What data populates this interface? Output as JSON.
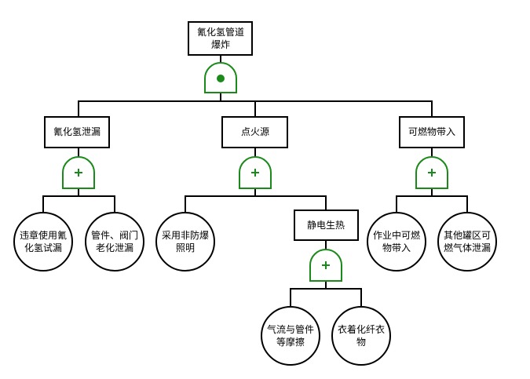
{
  "gate_color": "#1a8a1a",
  "top_event": {
    "line1": "氰化氢管道",
    "line2": "爆炸",
    "gate": "and"
  },
  "intermediate": [
    {
      "label": "氰化氢泄漏",
      "gate": "or"
    },
    {
      "label": "点火源",
      "gate": "or"
    },
    {
      "label": "可燃物带入",
      "gate": "or"
    },
    {
      "label": "静电生热",
      "gate": "or"
    }
  ],
  "basic_events": [
    {
      "line1": "违章使用氰",
      "line2": "化氢试漏"
    },
    {
      "line1": "管件、阀门",
      "line2": "老化泄漏"
    },
    {
      "line1": "采用非防爆",
      "line2": "照明"
    },
    {
      "line1": "气流与管件",
      "line2": "等摩擦"
    },
    {
      "line1": "衣着化纤衣",
      "line2": "物"
    },
    {
      "line1": "作业中可燃",
      "line2": "物带入"
    },
    {
      "line1": "其他罐区可",
      "line2": "燃气体泄漏"
    }
  ]
}
